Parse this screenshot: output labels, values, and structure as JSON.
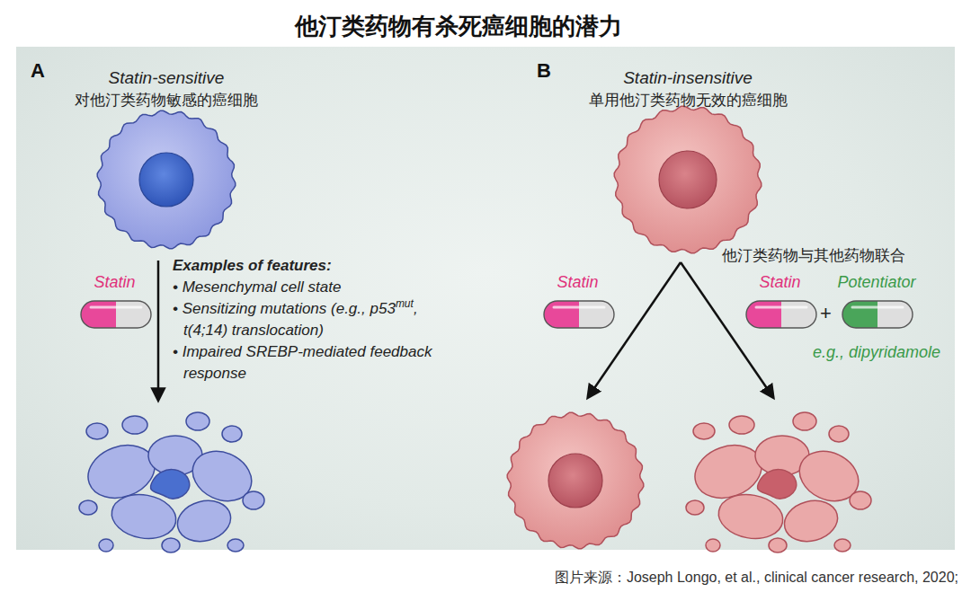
{
  "diagram": {
    "title": "他汀类药物有杀死癌细胞的潜力",
    "caption": "图片来源：Joseph Longo, et al., clinical cancer research, 2020;",
    "nodes": [
      {
        "text": [
          "Statin-sensitive",
          "对他汀类药物敏感的癌细胞"
        ]
      },
      {
        "text": [
          "Statin"
        ]
      },
      {
        "text": [
          "Statin-insensitive",
          "单用他汀类药物无效的癌细胞"
        ]
      },
      {
        "text": [
          "Statin"
        ]
      },
      {
        "text": [
          "Statin"
        ]
      },
      {
        "text": [
          "Potentiator",
          "e.g., dipyridamole"
        ]
      }
    ],
    "labels": [
      "A",
      "Examples of features:",
      "• Mesenchymal cell state",
      "• Sensitizing mutations (e.g., p53",
      "mut",
      ", t(4;14) translocation)",
      "• Impaired SREBP-mediated feedback response",
      "B",
      "他汀类药物与其他药物联合",
      "+"
    ]
  }
}
